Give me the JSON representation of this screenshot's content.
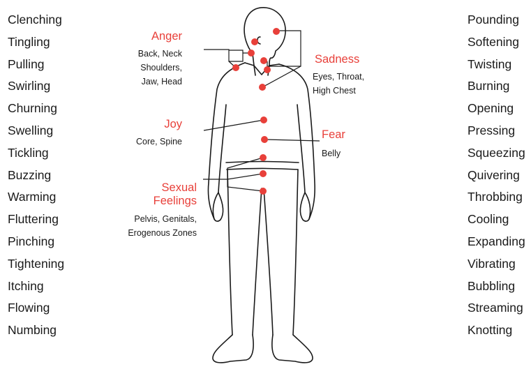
{
  "colors": {
    "accent": "#e8403a",
    "line": "#1a1a1a",
    "text": "#1a1a1a"
  },
  "sensations_left": [
    "Clenching",
    "Tingling",
    "Pulling",
    "Swirling",
    "Churning",
    "Swelling",
    "Tickling",
    "Buzzing",
    "Warming",
    "Fluttering",
    "Pinching",
    "Tightening",
    "Itching",
    "Flowing",
    "Numbing"
  ],
  "sensations_right": [
    "Pounding",
    "Softening",
    "Twisting",
    "Burning",
    "Opening",
    "Pressing",
    "Squeezing",
    "Quivering",
    "Throbbing",
    "Cooling",
    "Expanding",
    "Vibrating",
    "Bubbling",
    "Streaming",
    "Knotting"
  ],
  "emotions": {
    "anger": {
      "name": "Anger",
      "body_parts": [
        "Back, Neck",
        "Shoulders,",
        "Jaw, Head"
      ]
    },
    "sadness": {
      "name": "Sadness",
      "body_parts": [
        "Eyes, Throat,",
        "High Chest"
      ]
    },
    "joy": {
      "name": "Joy",
      "body_parts": [
        "Core, Spine"
      ]
    },
    "fear": {
      "name": "Fear",
      "body_parts": [
        "Belly"
      ]
    },
    "sexual": {
      "name_lines": [
        "Sexual",
        "Feelings"
      ],
      "body_parts": [
        "Pelvis, Genitals,",
        "Erogenous Zones"
      ]
    }
  }
}
